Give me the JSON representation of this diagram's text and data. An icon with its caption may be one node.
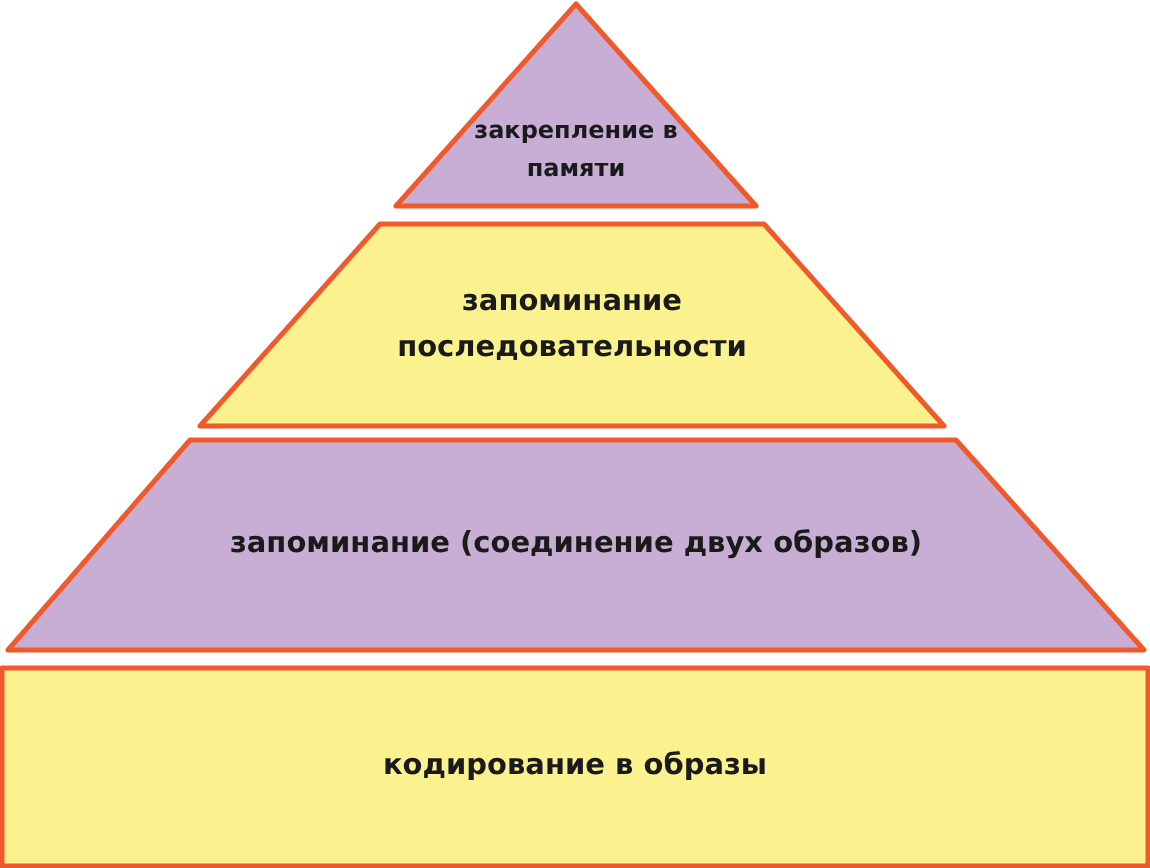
{
  "diagram": {
    "nodes": [
      {
        "text": [
          "закрепление в памяти"
        ]
      },
      {
        "text": [
          "запоминание последовательности"
        ]
      },
      {
        "text": [
          "запоминание (соединение двух образов)"
        ]
      },
      {
        "text": [
          "кодирование в образы"
        ]
      }
    ]
  }
}
